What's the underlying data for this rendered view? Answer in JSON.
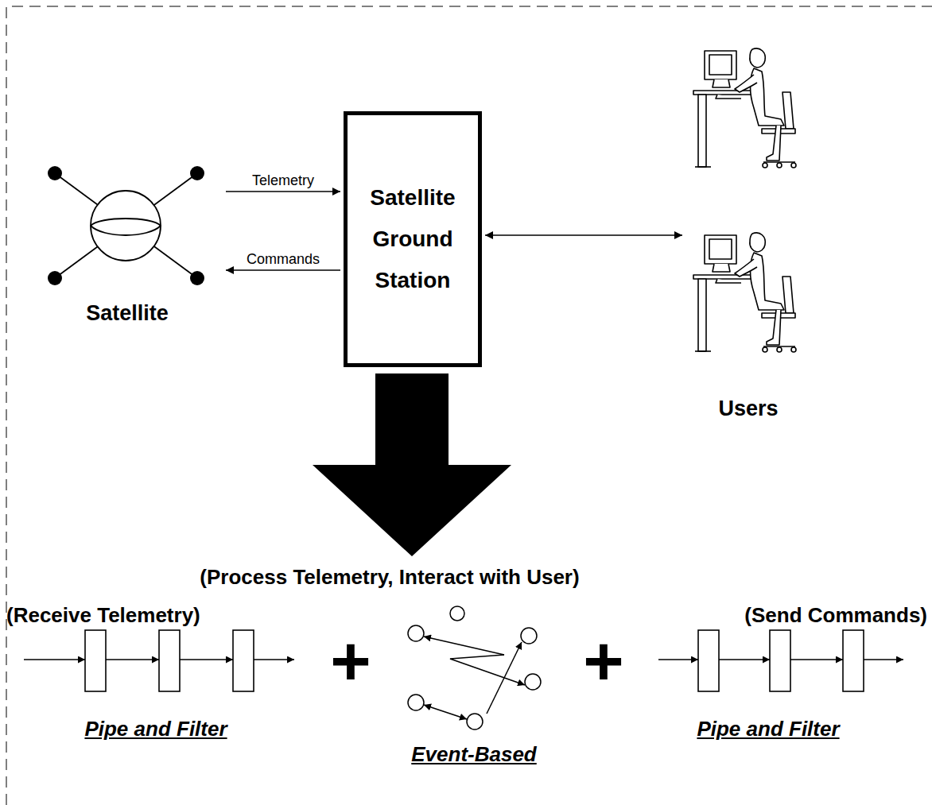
{
  "diagram": {
    "nodes": [
      {
        "text": [
          "Satellite"
        ]
      },
      {
        "text": [
          "Satellite Ground Station"
        ]
      },
      {
        "text": [
          "Users"
        ]
      }
    ],
    "edges": [
      {
        "from": 0,
        "to": 1,
        "label": "Telemetry",
        "arrow": "to"
      },
      {
        "from": 1,
        "to": 0,
        "label": "Commands",
        "arrow": "to"
      },
      {
        "from": 1,
        "to": 2,
        "arrow": "both"
      }
    ],
    "labels": [
      "(Process Telemetry, Interact with User)",
      "(Receive Telemetry)",
      "(Send Commands)",
      "+",
      "+",
      "Pipe and Filter",
      "Event-Based",
      "Pipe and Filter"
    ]
  }
}
